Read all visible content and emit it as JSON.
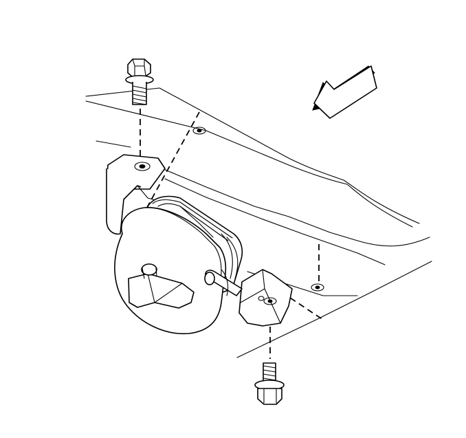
{
  "diagram": {
    "ink_color": "#000000",
    "background_color": "#ffffff",
    "parts": [
      {
        "name": "upper-mounting-bolt",
        "icon": "hex-flange-bolt-icon"
      },
      {
        "name": "lower-mounting-bolt",
        "icon": "hex-flange-bolt-icon"
      },
      {
        "name": "vacuum-actuator-module",
        "icon": "actuator-icon"
      },
      {
        "name": "mounting-bracket",
        "icon": "bracket-icon"
      },
      {
        "name": "frame-rail",
        "icon": "frame-rail-icon"
      },
      {
        "name": "direction-arrow",
        "icon": "arrow-left-icon"
      }
    ]
  }
}
